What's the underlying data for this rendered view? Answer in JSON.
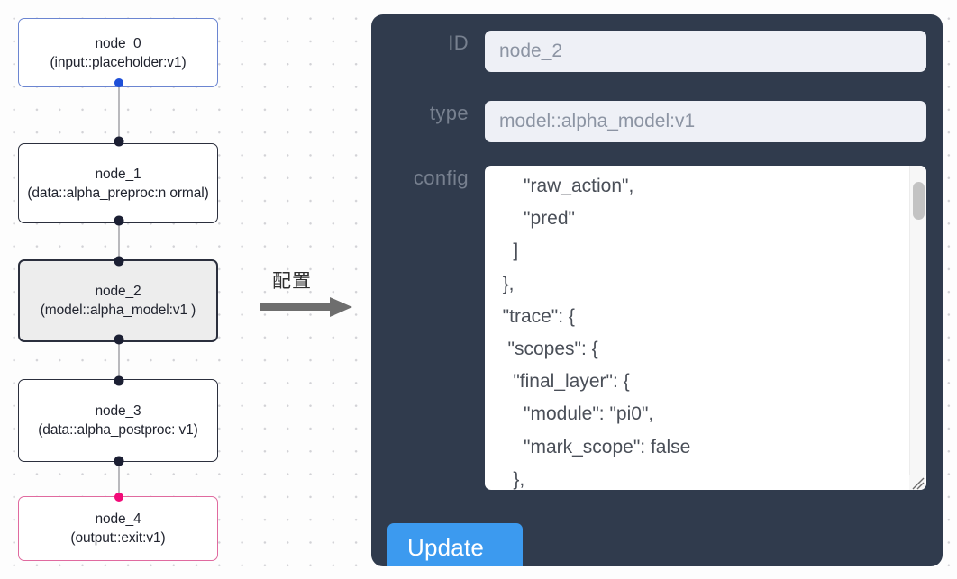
{
  "canvas": {
    "background_color": "#fdfdfd",
    "grid_dot_color": "#d2d2d6"
  },
  "graph": {
    "nodes": [
      {
        "id": "node_0",
        "name": "node_0",
        "type": "(input::placeholder:v1)",
        "role": "input",
        "selected": false,
        "border_color": "#6b85d1",
        "fill_color": "#ffffff"
      },
      {
        "id": "node_1",
        "name": "node_1",
        "type": "(data::alpha_preproc:n\normal)",
        "role": "data",
        "selected": false,
        "border_color": "#2b2f3d",
        "fill_color": "#ffffff"
      },
      {
        "id": "node_2",
        "name": "node_2",
        "type": "(model::alpha_model:v1\n)",
        "role": "model",
        "selected": true,
        "border_color": "#2b2f3d",
        "fill_color": "#ededed"
      },
      {
        "id": "node_3",
        "name": "node_3",
        "type": "(data::alpha_postproc:\nv1)",
        "role": "data",
        "selected": false,
        "border_color": "#2b2f3d",
        "fill_color": "#ffffff"
      },
      {
        "id": "node_4",
        "name": "node_4",
        "type": "(output::exit:v1)",
        "role": "output",
        "selected": false,
        "border_color": "#e06a9f",
        "fill_color": "#ffffff"
      }
    ],
    "edges": [
      {
        "from": "node_0",
        "to": "node_1"
      },
      {
        "from": "node_1",
        "to": "node_2"
      },
      {
        "from": "node_2",
        "to": "node_3"
      },
      {
        "from": "node_3",
        "to": "node_4"
      }
    ],
    "port_colors": {
      "default": "#1b1f33",
      "input": "#1e4fd8",
      "output": "#f20a78"
    },
    "edge_color": "#b9b9bd"
  },
  "annotation": {
    "label": "配置",
    "arrow_color": "#6e6e6e"
  },
  "panel": {
    "background_color": "#303b4d",
    "label_color": "#77808f",
    "input_background": "#eef0f6",
    "input_text_color": "#8c94a3",
    "fields": [
      {
        "label": "ID",
        "value": "node_2"
      },
      {
        "label": "type",
        "value": "model::alpha_model:v1"
      },
      {
        "label": "config",
        "value": ""
      }
    ],
    "id_label": "ID",
    "id_value": "node_2",
    "type_label": "type",
    "type_value": "model::alpha_model:v1",
    "config_label": "config",
    "config_value": "      \"raw_action\",\n      \"pred\"\n    ]\n  },\n  \"trace\": {\n   \"scopes\": {\n    \"final_layer\": {\n      \"module\": \"pi0\",\n      \"mark_scope\": false\n    },\n    \"action_model\": {",
    "update_label": "Update",
    "update_color": "#3c9aef"
  }
}
